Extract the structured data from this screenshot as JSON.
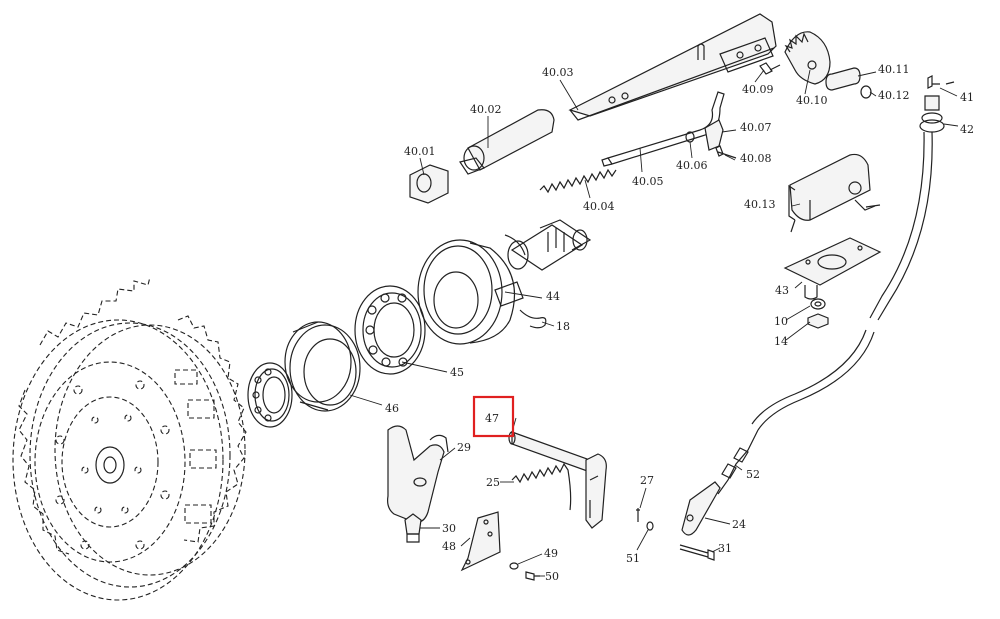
{
  "highlight_color": "#e02020",
  "labels": {
    "l4001": "40.01",
    "l4002": "40.02",
    "l4003": "40.03",
    "l4004": "40.04",
    "l4005": "40.05",
    "l4006": "40.06",
    "l4007": "40.07",
    "l4008": "40.08",
    "l4009": "40.09",
    "l4010": "40.10",
    "l4011": "40.11",
    "l4012": "40.12",
    "l4013": "40.13",
    "l41": "41",
    "l42": "42",
    "l43": "43",
    "l10": "10",
    "l14": "14",
    "l44": "44",
    "l18": "18",
    "l45": "45",
    "l46": "46",
    "l47": "47",
    "l29": "29",
    "l25": "25",
    "l27": "27",
    "l52": "52",
    "l24": "24",
    "l30": "30",
    "l48": "48",
    "l49": "49",
    "l50": "50",
    "l51": "51",
    "l31": "31"
  }
}
